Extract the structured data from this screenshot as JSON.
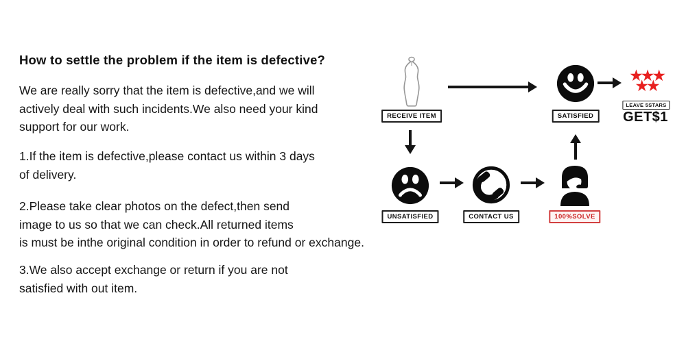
{
  "article": {
    "heading": "How to settle the problem if the item is defective?",
    "intro": "We are really sorry that the item is defective,and we will\nactively deal with such incidents.We also need your kind\nsupport for our work.",
    "point1": "1.If the item is defective,please contact us within 3 days\nof delivery.",
    "point2": "2.Please take clear photos on the defect,then send\nimage to us so that we can check.All returned items\nis must be inthe original condition in order to refund or exchange.",
    "point3": "3.We also accept exchange or return if you are not\nsatisfied with out item."
  },
  "flowchart": {
    "receive_item": {
      "label": "RECEIVE ITEM",
      "icon": "dress-icon"
    },
    "satisfied": {
      "label": "SATISFIED",
      "icon": "happy-face-icon"
    },
    "leave_stars": {
      "label": "LEAVE 5STARS",
      "reward": "GET$1",
      "star_count": 5
    },
    "unsatisfied": {
      "label": "UNSATISFIED",
      "icon": "sad-face-icon"
    },
    "contact_us": {
      "label": "CONTACT US",
      "icon": "phone-icon"
    },
    "solve": {
      "label": "100%SOLVE",
      "icon": "customer-service-icon"
    }
  },
  "colors": {
    "text": "#161616",
    "icon_black": "#0c0c0c",
    "star_red": "#e8201f",
    "solve_red": "#cc2222",
    "dress_outline": "#979797"
  }
}
